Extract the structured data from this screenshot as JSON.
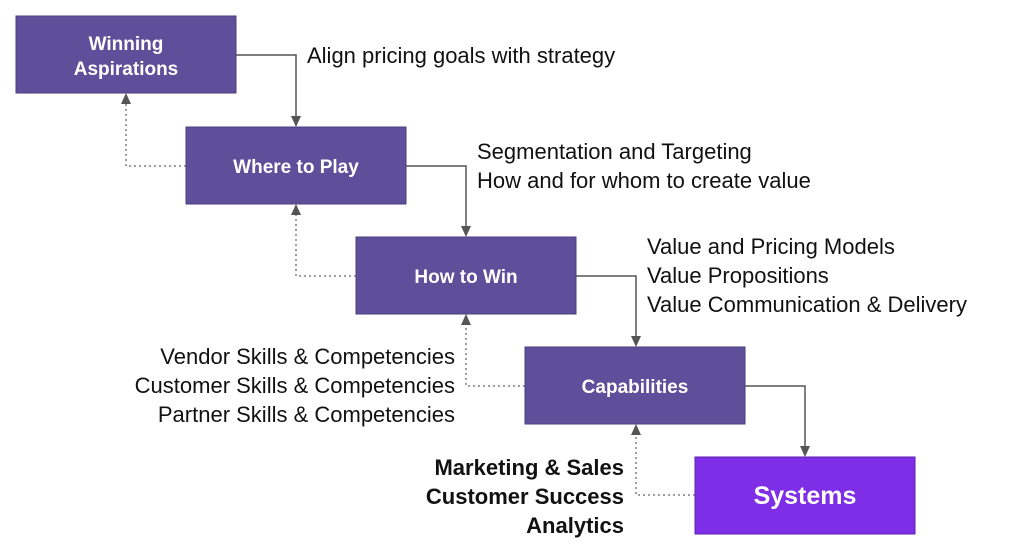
{
  "boxes": {
    "winning_aspirations": [
      "Winning",
      "Aspirations"
    ],
    "where_to_play": "Where to Play",
    "how_to_win": "How to Win",
    "capabilities": "Capabilities",
    "systems": "Systems"
  },
  "annotations": {
    "winning_aspirations": [
      "Align pricing goals with strategy"
    ],
    "where_to_play": [
      "Segmentation and Targeting",
      "How and for whom to create value"
    ],
    "how_to_win": [
      "Value and Pricing Models",
      "Value Propositions",
      "Value Communication & Delivery"
    ],
    "capabilities": [
      "Vendor Skills & Competencies",
      "Customer Skills & Competencies",
      "Partner Skills & Competencies"
    ],
    "systems": [
      "Marketing & Sales",
      "Customer Success",
      "Analytics"
    ]
  },
  "colors": {
    "box": "#5d4f99",
    "systems_box": "#7d2ee6"
  }
}
